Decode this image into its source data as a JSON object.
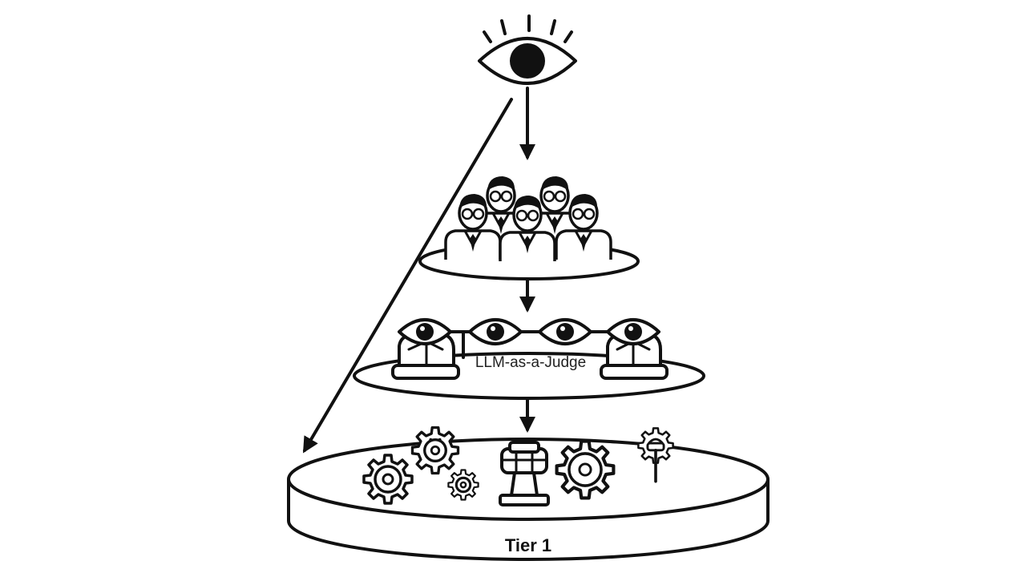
{
  "diagram": {
    "nodes": [
      {
        "id": "overseer",
        "icon": "eye-icon"
      },
      {
        "id": "human-panel",
        "icon": "people-icon"
      },
      {
        "id": "judge-tier",
        "label": "LLM-as-a-Judge",
        "icon": "eye-icon"
      },
      {
        "id": "tier-1",
        "label": "Tier 1",
        "icon": "gear-icon"
      }
    ],
    "edges": [
      {
        "from": "overseer",
        "to": "human-panel"
      },
      {
        "from": "human-panel",
        "to": "judge-tier"
      },
      {
        "from": "judge-tier",
        "to": "tier-1"
      },
      {
        "from": "overseer",
        "to": "tier-1"
      }
    ]
  },
  "colors": {
    "ink": "#111111",
    "background": "#ffffff"
  }
}
